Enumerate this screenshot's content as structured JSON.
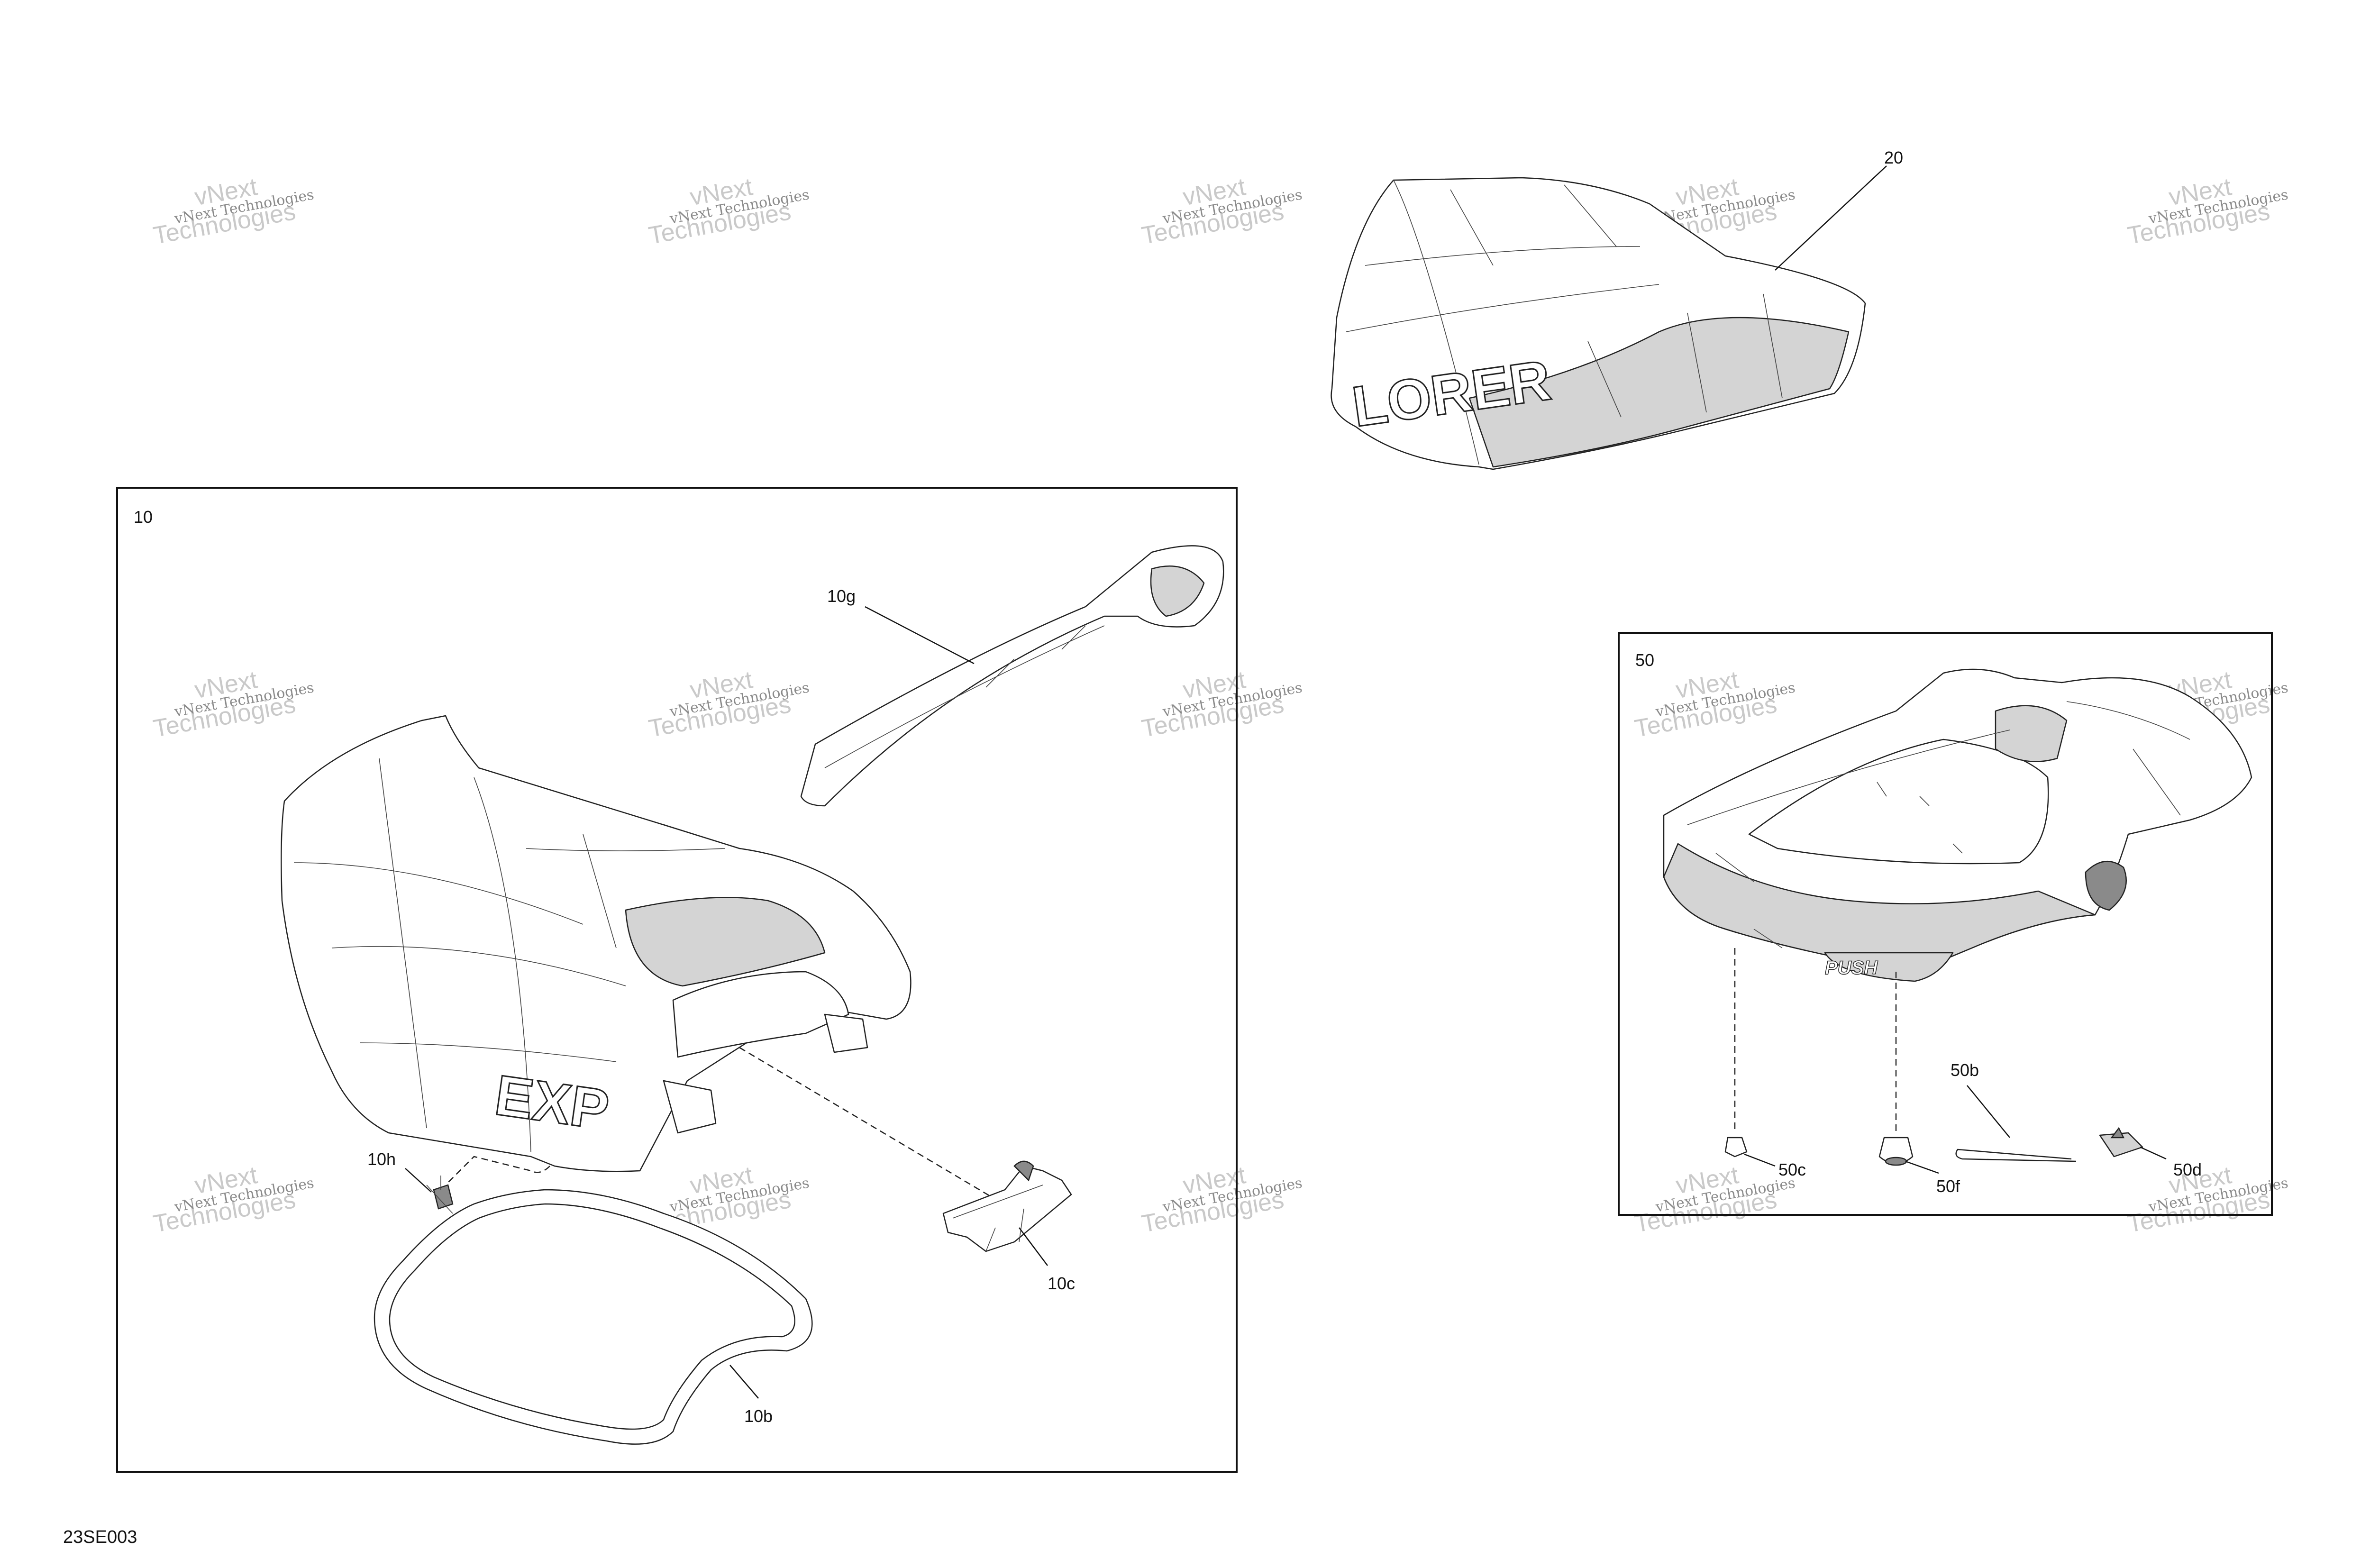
{
  "figure_id": "23SE003",
  "watermark": {
    "line1": "vNext Technologies",
    "line2": "Technologies",
    "overlay": "vNext"
  },
  "groups": [
    {
      "id": "10",
      "label": "10"
    },
    {
      "id": "50",
      "label": "50"
    }
  ],
  "callouts": {
    "c20": "20",
    "c10g": "10g",
    "c10h": "10h",
    "c10c": "10c",
    "c10b": "10b",
    "c50b": "50b",
    "c50c": "50c",
    "c50f": "50f",
    "c50d": "50d"
  },
  "artwork_text": {
    "lorer": "LORER",
    "exp": "EXP",
    "push": "PUSH"
  }
}
